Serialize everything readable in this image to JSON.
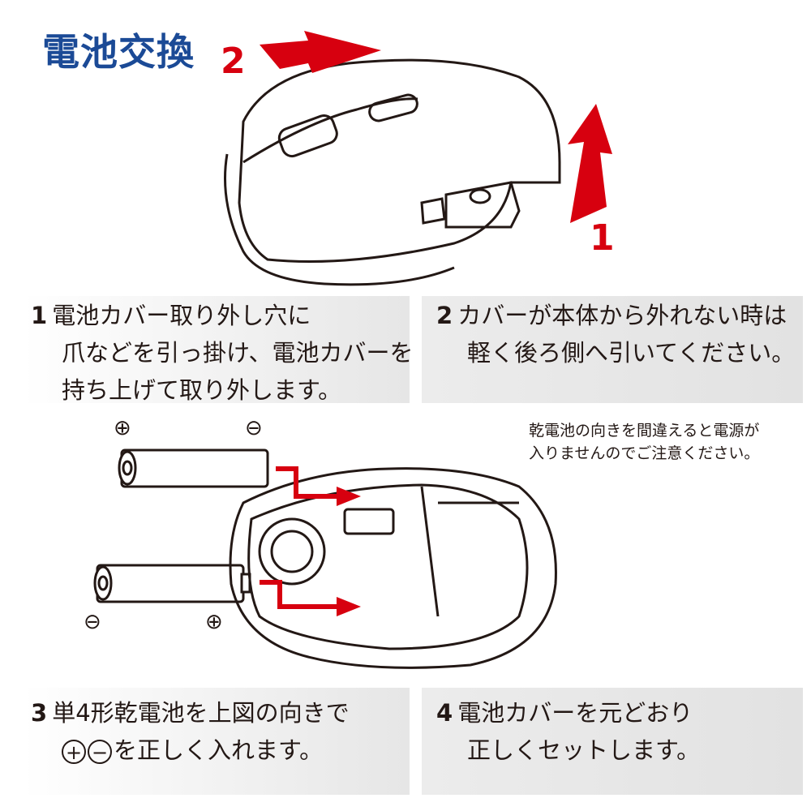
{
  "title": "電池交換",
  "figure_labels": {
    "arrow1": "1",
    "arrow2": "2"
  },
  "steps": [
    {
      "num": "1",
      "lines": [
        "電池カバー取り外し穴に",
        "爪などを引っ掛け、電池カバーを",
        "持ち上げて取り外します。"
      ]
    },
    {
      "num": "2",
      "lines": [
        "カバーが本体から外れない時は",
        "軽く後ろ側へ引いてください。"
      ]
    },
    {
      "num": "3",
      "lines": [
        "単4形乾電池を上図の向きで",
        "を正しく入れます。"
      ],
      "symbols": [
        "+",
        "−"
      ]
    },
    {
      "num": "4",
      "lines": [
        "電池カバーを元どおり",
        "正しくセットします。"
      ]
    }
  ],
  "note": [
    "乾電池の向きを間違えると電源が",
    "入りませんのでご注意ください。"
  ],
  "battery_symbols": {
    "top_plus": "⊕",
    "top_minus": "⊖",
    "bottom_minus": "⊖",
    "bottom_plus": "⊕"
  },
  "colors": {
    "title": "#1b4a96",
    "arrow": "#d7000f"
  }
}
